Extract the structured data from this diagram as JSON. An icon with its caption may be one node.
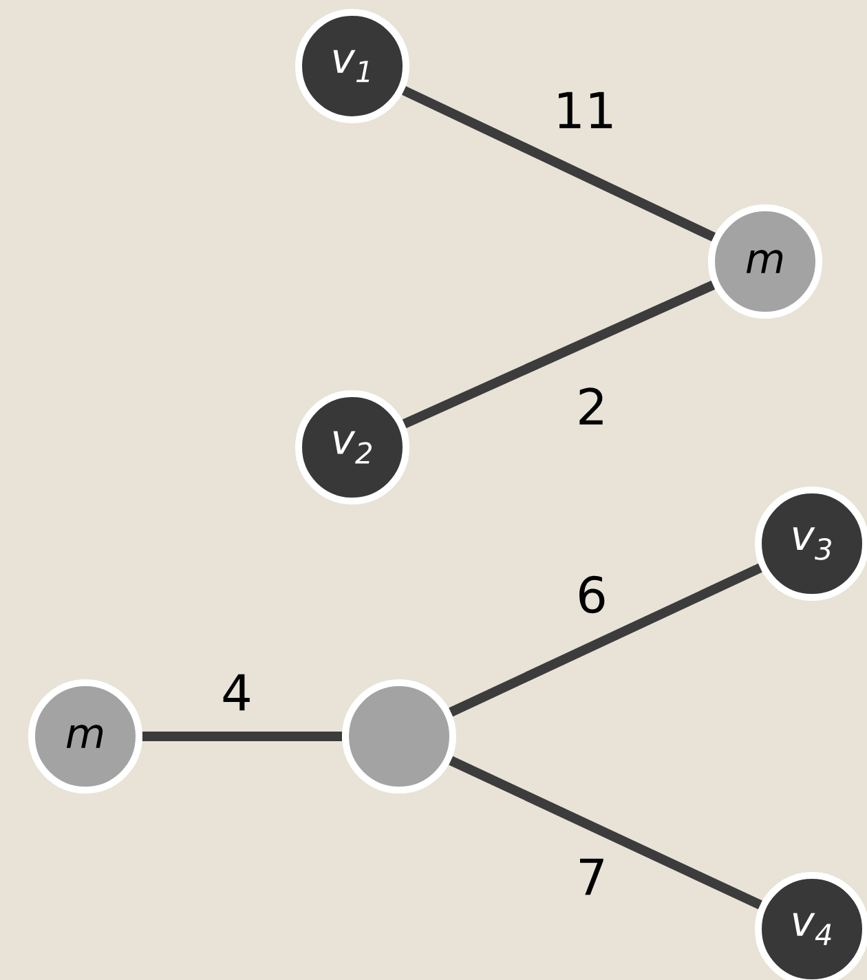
{
  "diagram": {
    "nodes": [
      {
        "text": [
          "*v*$_{1}$"
        ]
      },
      {
        "text": [
          "m"
        ]
      },
      {
        "text": [
          "*v*$_{2}$"
        ]
      },
      {
        "text": [
          "*v*$_{3}$"
        ]
      },
      {
        "text": [
          "m"
        ]
      },
      {
        "text": [],
        "shape": "circle"
      },
      {
        "text": [
          "*v*$_{4}$"
        ]
      }
    ],
    "edges": [
      {
        "from": 0,
        "to": 1,
        "arrow": "none",
        "label": "11"
      },
      {
        "from": 2,
        "to": 1,
        "arrow": "none",
        "label": "2"
      },
      {
        "from": 4,
        "to": 5,
        "arrow": "none",
        "label": "4"
      },
      {
        "from": 5,
        "to": 3,
        "arrow": "none",
        "label": "6"
      },
      {
        "from": 5,
        "to": 6,
        "arrow": "none",
        "label": "7"
      }
    ]
  }
}
